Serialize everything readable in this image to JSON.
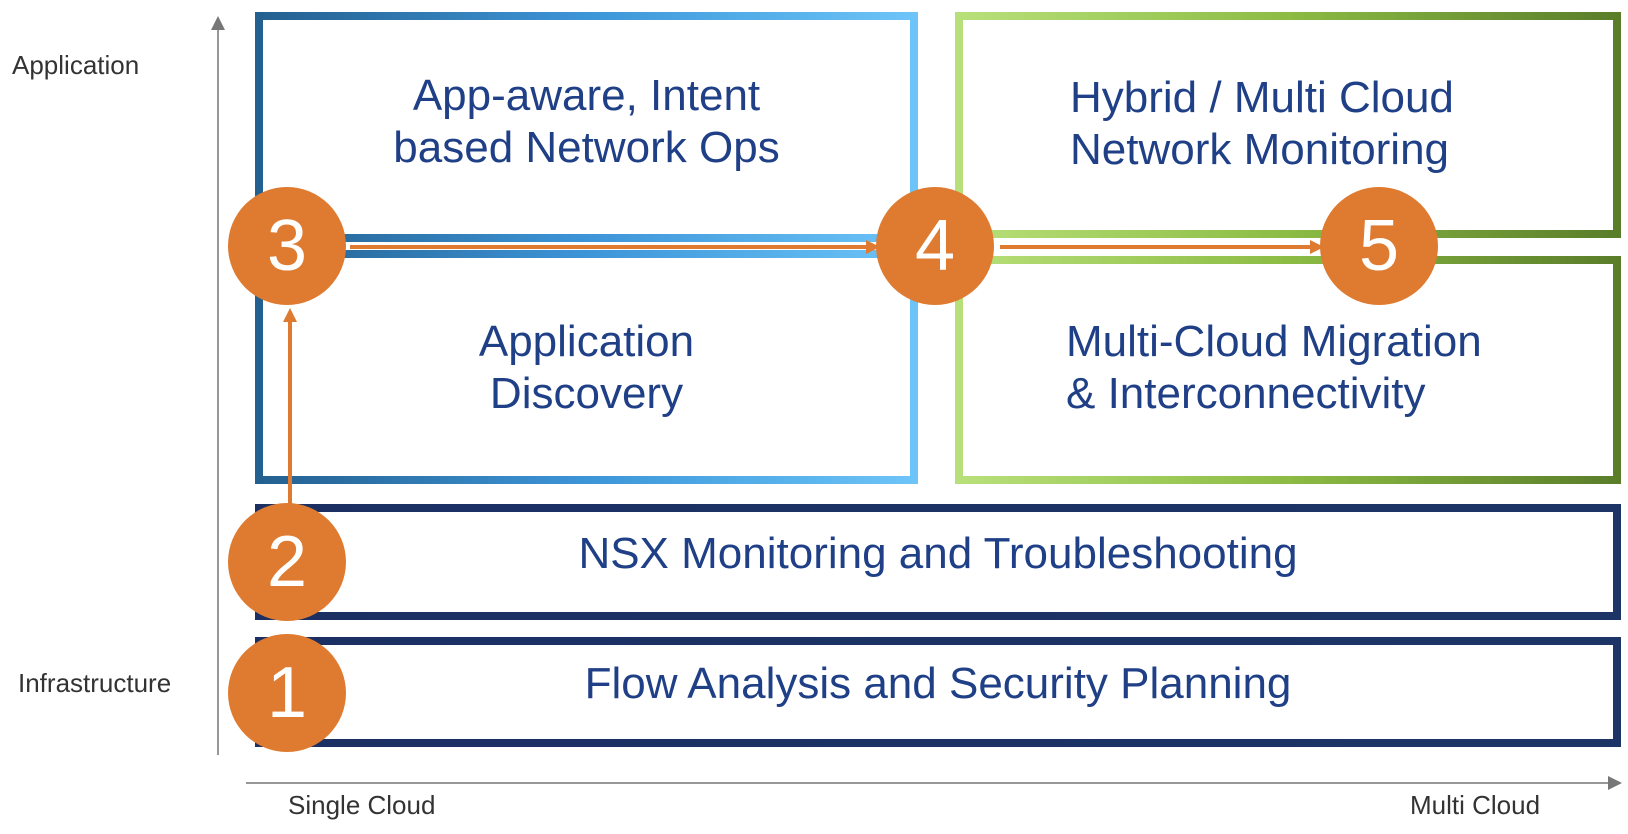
{
  "axes": {
    "y_top_label": "Application",
    "y_bottom_label": "Infrastructure",
    "x_left_label": "Single Cloud",
    "x_right_label": "Multi Cloud"
  },
  "boxes": {
    "app_aware": {
      "line1": "App-aware, Intent",
      "line2": "based Network Ops"
    },
    "app_discovery": {
      "line1": "Application",
      "line2": "Discovery"
    },
    "hybrid_monitoring": {
      "line1": "Hybrid / Multi Cloud",
      "line2": "Network Monitoring"
    },
    "multicloud_migration": {
      "line1": "Multi-Cloud Migration",
      "line2": "& Interconnectivity"
    },
    "nsx": {
      "label": "NSX Monitoring and Troubleshooting"
    },
    "flow": {
      "label": "Flow Analysis and Security Planning"
    }
  },
  "steps": [
    "1",
    "2",
    "3",
    "4",
    "5"
  ],
  "colors": {
    "badge": "#df7b30",
    "text_blue": "#1f3f86",
    "navy_border": "#1b2f63",
    "blue_gradient_start": "#24608f",
    "blue_gradient_end": "#6cc4f8",
    "green_gradient_start": "#b8e07a",
    "green_gradient_end": "#5a7d2a",
    "axis": "#777777"
  }
}
